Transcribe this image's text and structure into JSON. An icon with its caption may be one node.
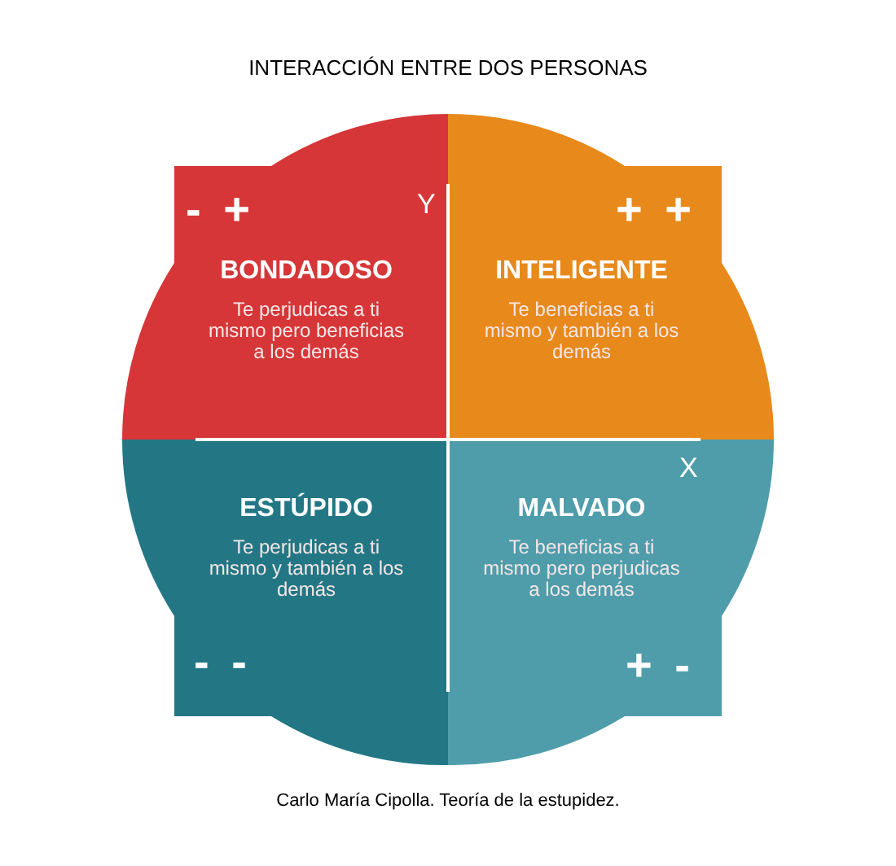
{
  "diagram": {
    "title": "INTERACCIÓN ENTRE DOS PERSONAS",
    "caption": "Carlo María Cipolla. Teoría de la estupidez.",
    "nodes": [
      {
        "text": [
          "BONDADOSO",
          "Te perjudicas a ti mismo pero beneficias a los demás"
        ]
      },
      {
        "text": [
          "INTELIGENTE",
          "Te beneficias a ti mismo y también a los demás"
        ]
      },
      {
        "text": [
          "ESTÚPIDO",
          "Te perjudicas a ti mismo y también a los demás"
        ]
      },
      {
        "text": [
          "MALVADO",
          "Te beneficias a ti mismo pero perjudicas a los demás"
        ]
      }
    ],
    "labels": [
      "- +",
      "Y",
      "+ +",
      "X",
      "- -",
      "+ -"
    ]
  }
}
